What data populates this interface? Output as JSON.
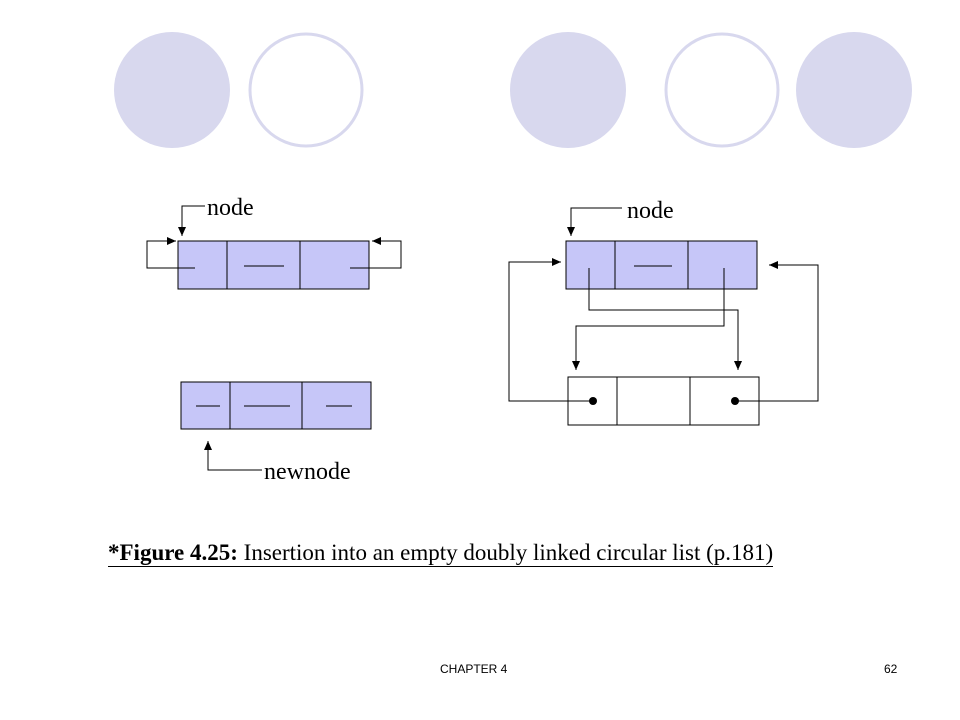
{
  "colors": {
    "circle_fill": "#d8d8ee",
    "circle_outline": "#d8d8ee",
    "node_fill": "#c6c6f8",
    "empty_node_fill": "#ffffff",
    "line": "#000000"
  },
  "decorations": {
    "circles": [
      {
        "style": "filled"
      },
      {
        "style": "outline"
      },
      {
        "style": "filled"
      },
      {
        "style": "outline"
      },
      {
        "style": "filled"
      }
    ]
  },
  "diagram": {
    "left": {
      "node_label": "node",
      "newnode_label": "newnode"
    },
    "right": {
      "node_label": "node"
    }
  },
  "caption": {
    "bold_part": "*Figure 4.25:",
    "text_part": " Insertion into an empty doubly linked circular list (p.181)"
  },
  "footer": {
    "chapter": "CHAPTER 4",
    "page_number": "62"
  }
}
